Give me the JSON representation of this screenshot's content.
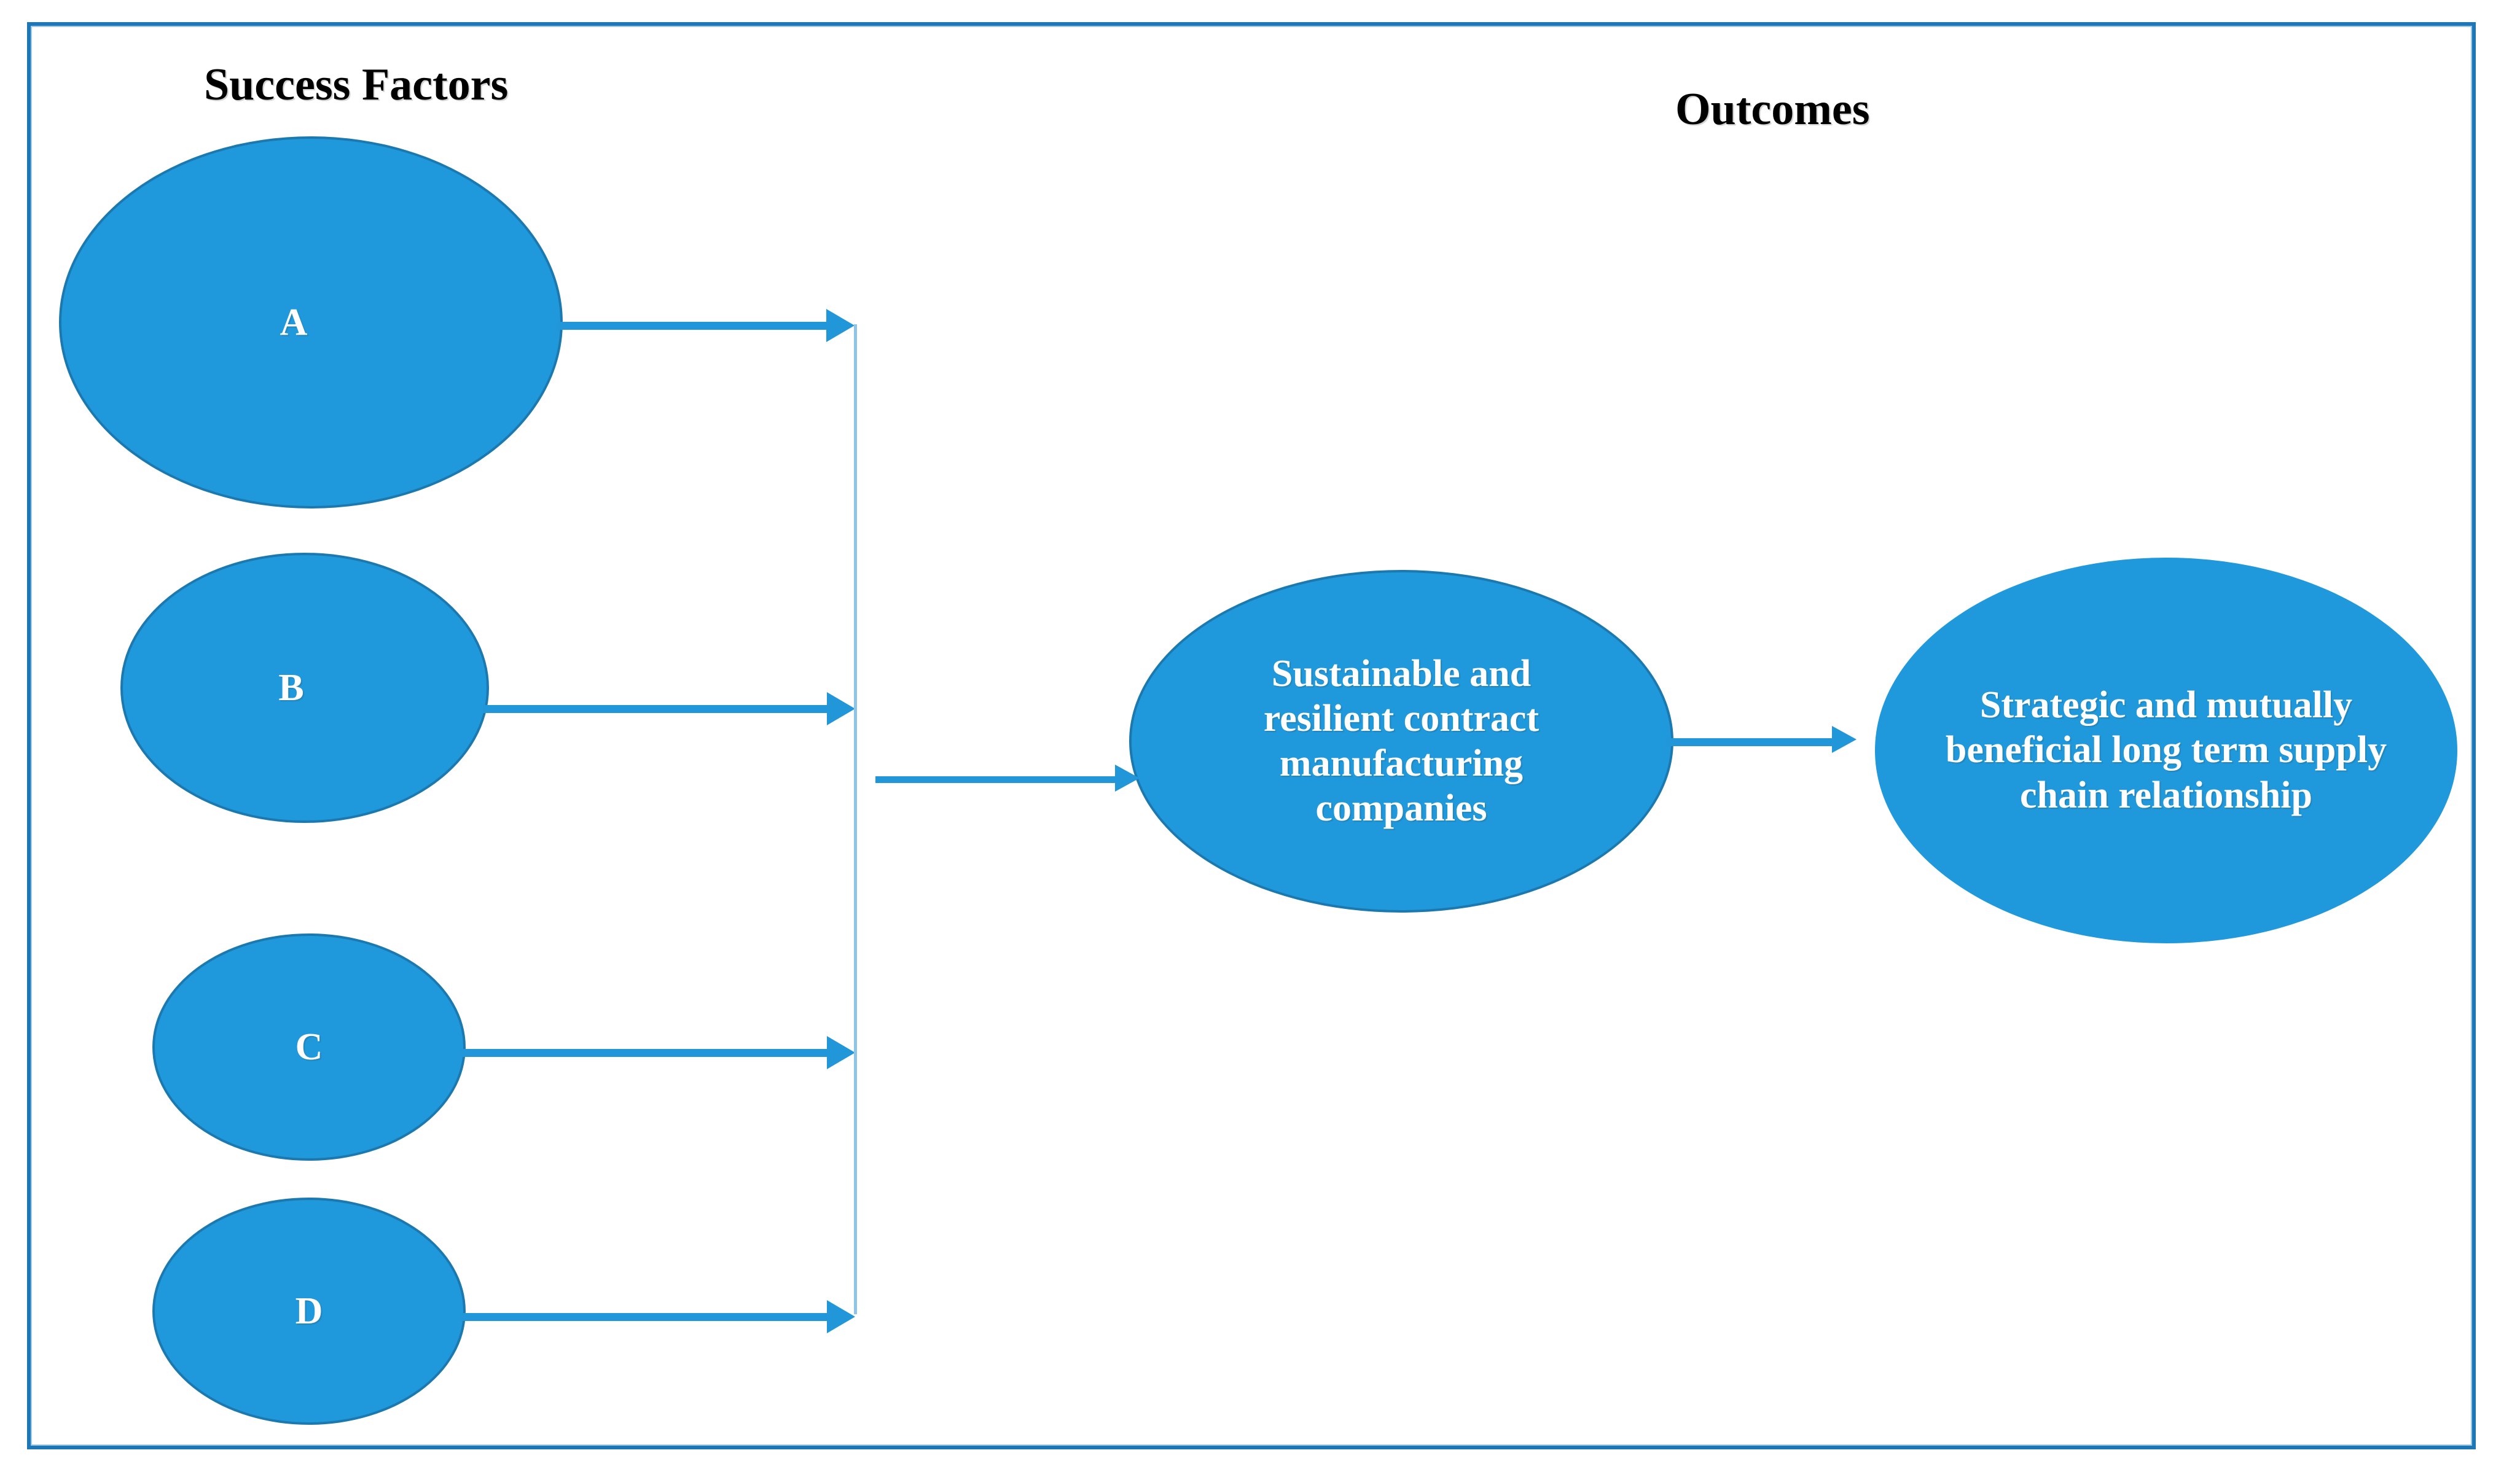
{
  "diagram": {
    "title_left": "Success Factors",
    "title_right": "Outcomes",
    "frame_color": "#1D76B5",
    "node_fill": "#1F99DB",
    "node_border": "#1B79AF",
    "connector_color": "#2196D8",
    "bus_color": "#8CC5E8",
    "label_color": "#ffffff"
  },
  "success_factors": [
    {
      "id": "A",
      "label": "A"
    },
    {
      "id": "B",
      "label": "B"
    },
    {
      "id": "C",
      "label": "C"
    },
    {
      "id": "D",
      "label": "D"
    }
  ],
  "outcomes": [
    {
      "id": "center",
      "label": "Sustainable and resilient contract manufacturing companies"
    },
    {
      "id": "right",
      "label": "Strategic and mutually beneficial long term supply chain relationship"
    }
  ],
  "connectors": [
    {
      "from": "A",
      "to": "bus",
      "kind": "arrow"
    },
    {
      "from": "B",
      "to": "bus",
      "kind": "arrow"
    },
    {
      "from": "C",
      "to": "bus",
      "kind": "arrow"
    },
    {
      "from": "D",
      "to": "bus",
      "kind": "arrow"
    },
    {
      "from": "bus",
      "to": "center",
      "kind": "arrow"
    },
    {
      "from": "center",
      "to": "right",
      "kind": "arrow"
    }
  ]
}
